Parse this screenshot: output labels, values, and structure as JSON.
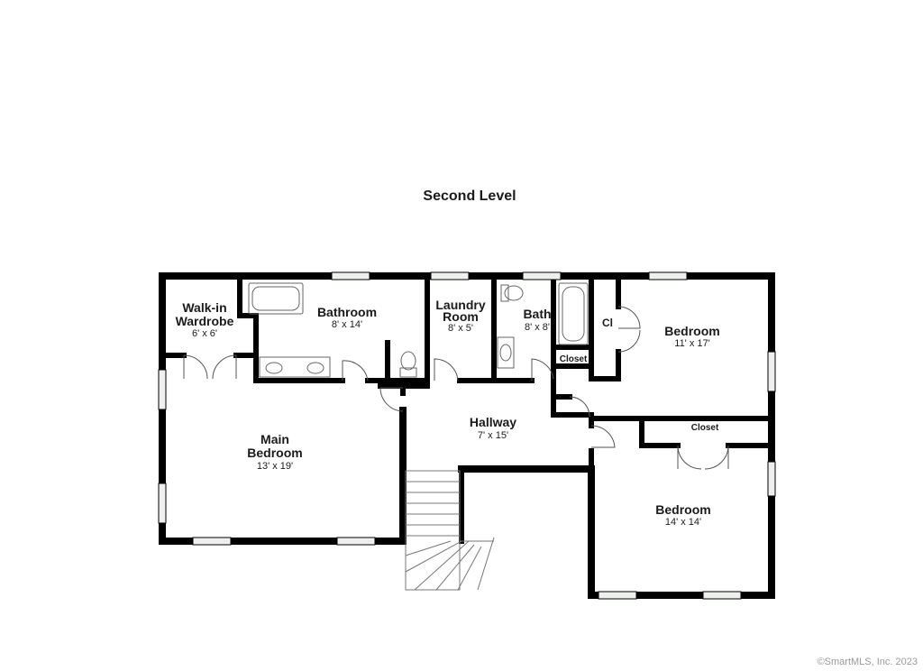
{
  "title": "Second Level",
  "rooms": {
    "walkin": {
      "name_line1": "Walk-in",
      "name_line2": "Wardrobe",
      "dims": "6' x 6'"
    },
    "bathroom": {
      "name": "Bathroom",
      "dims": "8' x 14'"
    },
    "laundry": {
      "name_line1": "Laundry",
      "name_line2": "Room",
      "dims": "8' x 5'"
    },
    "bath": {
      "name": "Bath",
      "dims": "8' x 8'"
    },
    "closet_small": {
      "name": "Closet"
    },
    "cl": {
      "name": "Cl"
    },
    "bedroom1": {
      "name": "Bedroom",
      "dims": "11' x 17'"
    },
    "main_bedroom": {
      "name_line1": "Main",
      "name_line2": "Bedroom",
      "dims": "13' x 19'"
    },
    "hallway": {
      "name": "Hallway",
      "dims": "7' x 15'"
    },
    "closet_bedroom2": {
      "name": "Closet"
    },
    "bedroom2": {
      "name": "Bedroom",
      "dims": "14' x 14'"
    }
  },
  "copyright": "©SmartMLS, Inc. 2023",
  "colors": {
    "wall": "#000000",
    "window": "#e9ece9",
    "fixture_stroke": "#666666"
  }
}
